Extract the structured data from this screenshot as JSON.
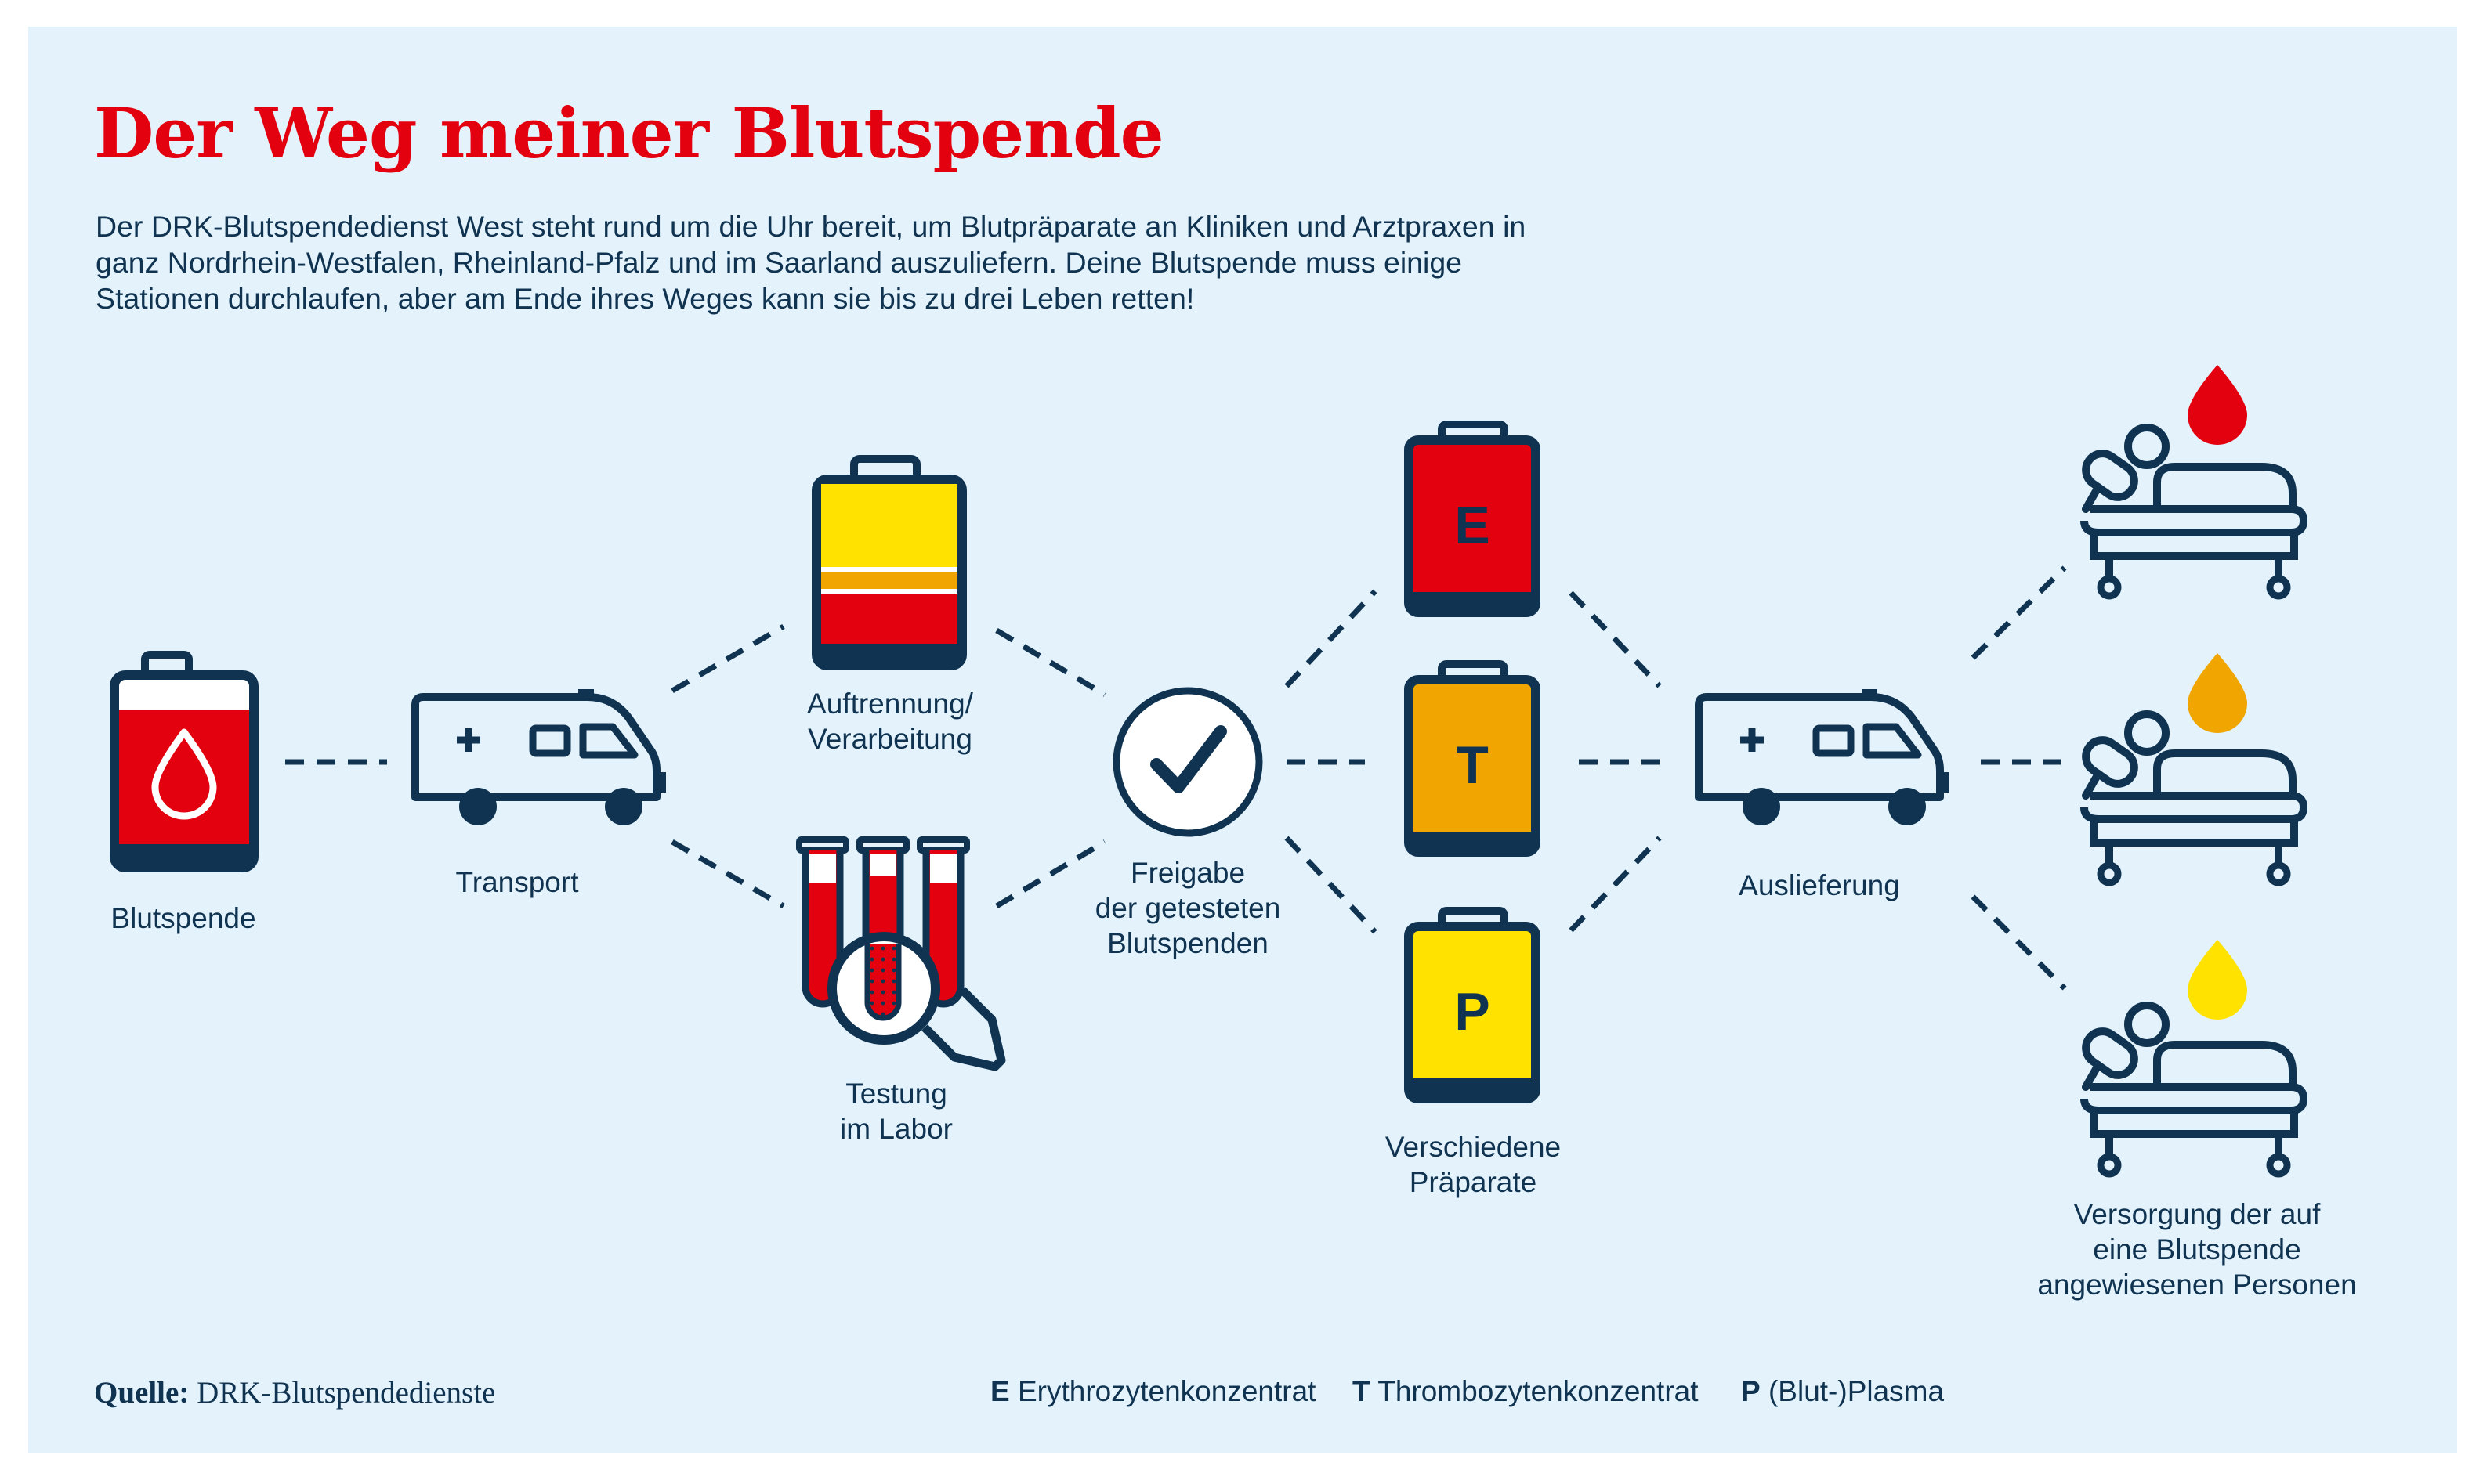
{
  "title": "Der Weg meiner Blutspende",
  "intro": "Der DRK-Blutspendedienst West steht rund um die Uhr bereit, um Blutpräparate an Kliniken und Arztpraxen in ganz Nordrhein-Westfalen, Rheinland-Pfalz und im Saarland auszuliefern. Deine Blutspende muss einige Stationen durchlaufen, aber am Ende ihres Weges kann sie bis zu drei Leben retten!",
  "steps": {
    "blutspende": "Blutspende",
    "transport": "Transport",
    "auftrennung": "Auftrennung/\nVerarbeitung",
    "testung": "Testung\nim Labor",
    "freigabe": "Freigabe\nder getesteten\nBlutspenden",
    "praeparate": "Verschiedene\nPräparate",
    "auslieferung": "Auslieferung",
    "versorgung": "Versorgung der auf\neine Blutspende\nangewiesenen Personen"
  },
  "bags": {
    "e": "E",
    "t": "T",
    "p": "P"
  },
  "source": {
    "label": "Quelle:",
    "text": "DRK-Blutspendedienste"
  },
  "legend": [
    {
      "key": "E",
      "text": "Erythrozytenkonzentrat"
    },
    {
      "key": "T",
      "text": "Thrombozytenkonzentrat"
    },
    {
      "key": "P",
      "text": "(Blut-)Plasma"
    }
  ],
  "colors": {
    "background": "#e4f3fb",
    "title": "#e3000f",
    "navy": "#0f3350",
    "red": "#e3000f",
    "orange": "#f0a500",
    "yellow": "#ffe200"
  },
  "icons": [
    "blood-bag-icon",
    "ambulance-icon",
    "separated-bag-icon",
    "test-tubes-magnifier-icon",
    "checkmark-circle-icon",
    "erythrocyte-bag-icon",
    "thrombocyte-bag-icon",
    "plasma-bag-icon",
    "patient-bed-icon",
    "blood-drop-icon"
  ]
}
